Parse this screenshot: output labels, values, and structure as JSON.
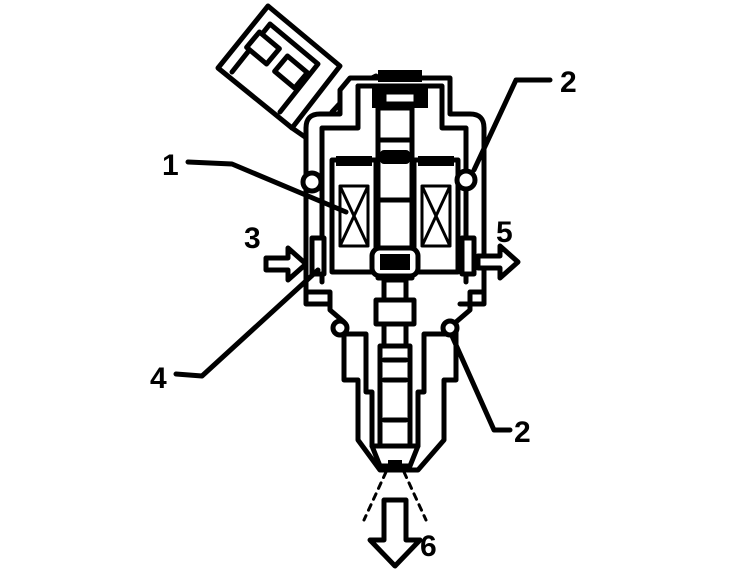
{
  "diagram": {
    "callouts": {
      "c1": "1",
      "c2_top": "2",
      "c2_bottom": "2",
      "c3": "3",
      "c4": "4",
      "c5": "5",
      "c6": "6"
    }
  }
}
